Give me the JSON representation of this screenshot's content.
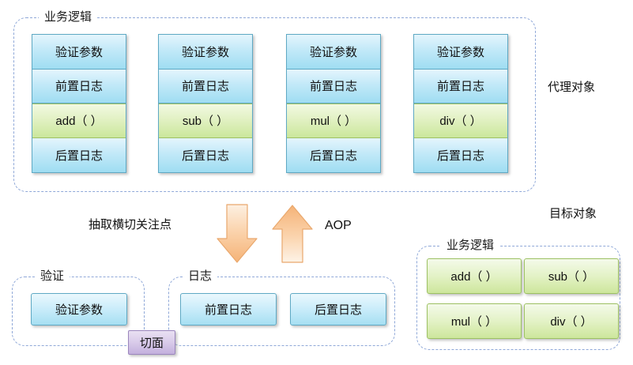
{
  "diagram": {
    "title_top_group": "业务逻辑",
    "proxy_object_label": "代理对象",
    "target_object_label": "目标对象",
    "target_group_label": "业务逻辑",
    "extract_label": "抽取横切关注点",
    "aop_label": "AOP",
    "validate_group_label": "验证",
    "log_group_label": "日志",
    "aspect_badge": "切面"
  },
  "proxy_columns": [
    {
      "id": "add",
      "cells": [
        {
          "text": "验证参数",
          "kind": "blue"
        },
        {
          "text": "前置日志",
          "kind": "blue"
        },
        {
          "text": "add（ ）",
          "kind": "green"
        },
        {
          "text": "后置日志",
          "kind": "blue"
        }
      ]
    },
    {
      "id": "sub",
      "cells": [
        {
          "text": "验证参数",
          "kind": "blue"
        },
        {
          "text": "前置日志",
          "kind": "blue"
        },
        {
          "text": "sub（ ）",
          "kind": "green"
        },
        {
          "text": "后置日志",
          "kind": "blue"
        }
      ]
    },
    {
      "id": "mul",
      "cells": [
        {
          "text": "验证参数",
          "kind": "blue"
        },
        {
          "text": "前置日志",
          "kind": "blue"
        },
        {
          "text": "mul（ ）",
          "kind": "green"
        },
        {
          "text": "后置日志",
          "kind": "blue"
        }
      ]
    },
    {
      "id": "div",
      "cells": [
        {
          "text": "验证参数",
          "kind": "blue"
        },
        {
          "text": "前置日志",
          "kind": "blue"
        },
        {
          "text": "div（ ）",
          "kind": "green"
        },
        {
          "text": "后置日志",
          "kind": "blue"
        }
      ]
    }
  ],
  "validate_boxes": [
    {
      "text": "验证参数"
    }
  ],
  "log_boxes": [
    {
      "text": "前置日志"
    },
    {
      "text": "后置日志"
    }
  ],
  "target_methods": [
    {
      "text": "add（ ）"
    },
    {
      "text": "sub（ ）"
    },
    {
      "text": "mul（ ）"
    },
    {
      "text": "div（ ）"
    }
  ],
  "colors": {
    "dashed_border": "#8fa8d8",
    "blue_border": "#5fa9c4",
    "blue_fill_light": "#e4f5fd",
    "blue_fill_dark": "#9fddf2",
    "green_border": "#9dc163",
    "green_fill_light": "#f2f9e2",
    "green_fill_dark": "#cbe79b",
    "purple_border": "#9b86bd",
    "purple_fill": "#d9cbea",
    "arrow_fill": "#f7c28e",
    "arrow_border": "#e8a66a",
    "text": "#101010"
  },
  "icons": {
    "down_arrow": "arrow-down-icon",
    "up_arrow": "arrow-up-icon"
  }
}
